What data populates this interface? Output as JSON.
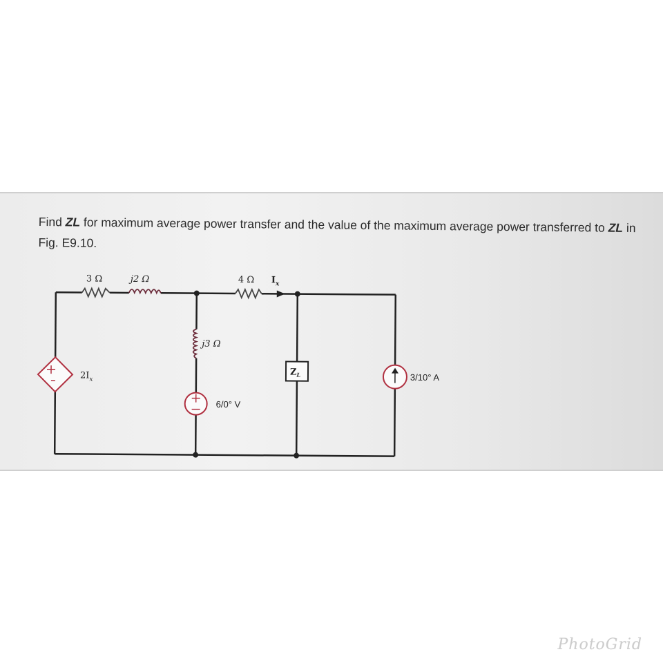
{
  "question": {
    "prefix": "Find ",
    "zl_1": "ZL",
    "mid": " for maximum average power transfer and the value of the maximum average power transferred to ",
    "zl_2": "ZL",
    "suffix": " in Fig. E9.10."
  },
  "circuit": {
    "r1_label": "3 Ω",
    "l1_label": "j2 Ω",
    "r2_label": "4 Ω",
    "ix_label": "I",
    "ix_sub": "x",
    "l2_label": "j3 Ω",
    "dep_src_label": "2I",
    "dep_src_sub": "x",
    "vsrc_label": "6/0° V",
    "zl_label": "Z",
    "zl_sub": "L",
    "isrc_label": "3/10° A"
  },
  "watermark": "PhotoGrid"
}
